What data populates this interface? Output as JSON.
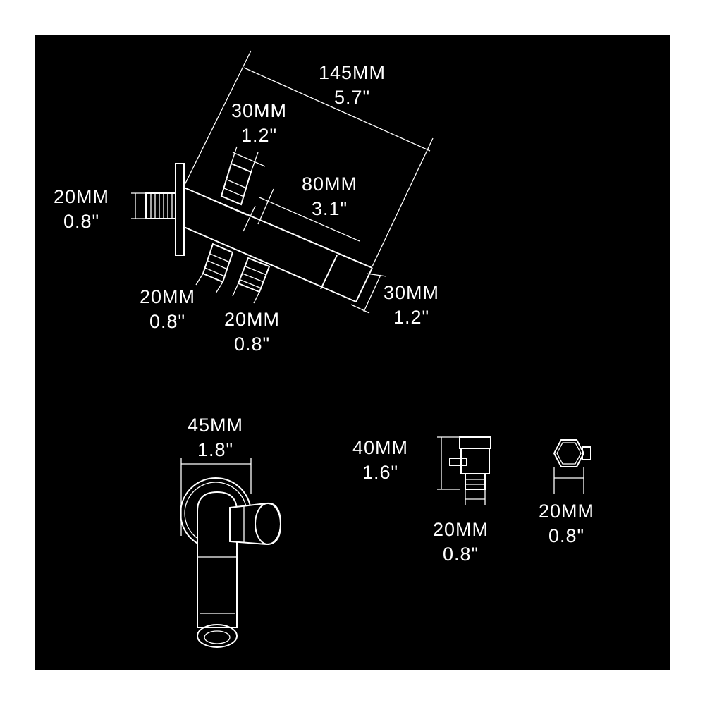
{
  "colors": {
    "background": "#000000",
    "line": "#ffffff",
    "frame": "#ffffff"
  },
  "dimensions": {
    "overall_length": {
      "mm": "145MM",
      "inch": "5.7\""
    },
    "outlet_top": {
      "mm": "30MM",
      "inch": "1.2\""
    },
    "body_length": {
      "mm": "80MM",
      "inch": "3.1\""
    },
    "inlet_left": {
      "mm": "20MM",
      "inch": "0.8\""
    },
    "outlet_bottom_1": {
      "mm": "20MM",
      "inch": "0.8\""
    },
    "outlet_bottom_2": {
      "mm": "20MM",
      "inch": "0.8\""
    },
    "end_diameter": {
      "mm": "30MM",
      "inch": "1.2\""
    },
    "flange_diameter": {
      "mm": "45MM",
      "inch": "1.8\""
    },
    "valve_height": {
      "mm": "40MM",
      "inch": "1.6\""
    },
    "valve_thread": {
      "mm": "20MM",
      "inch": "0.8\""
    },
    "nut_width": {
      "mm": "20MM",
      "inch": "0.8\""
    }
  }
}
